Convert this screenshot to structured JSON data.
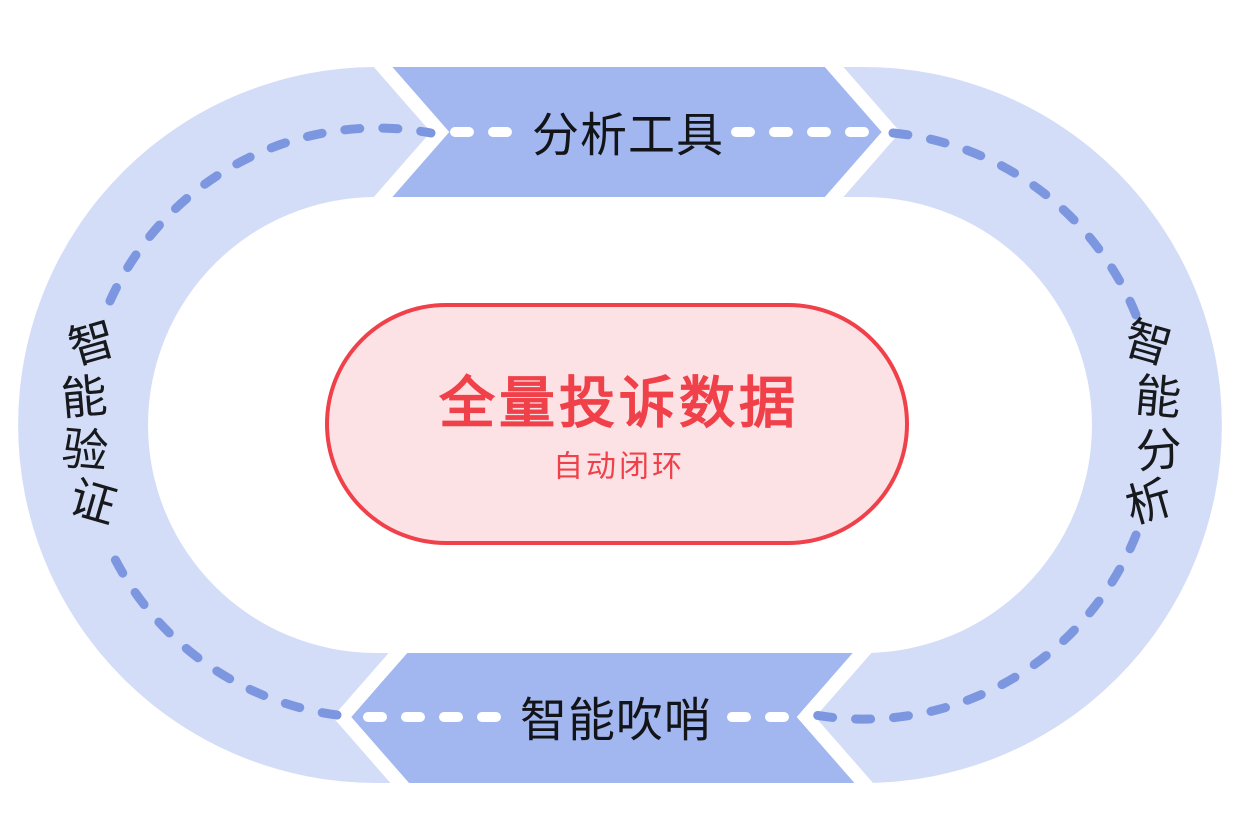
{
  "diagram": {
    "center": {
      "title": "全量投诉数据",
      "subtitle": "自动闭环"
    },
    "stages": {
      "top": "分析工具",
      "bottom": "智能吹哨"
    },
    "sides": {
      "left": {
        "label": "智能验证",
        "chars": [
          "智",
          "能",
          "验",
          "证"
        ]
      },
      "right": {
        "label": "智能分析",
        "chars": [
          "智",
          "能",
          "分",
          "析"
        ]
      }
    },
    "colors": {
      "ring_light_blue": "#D3DDF8",
      "band_dark_blue": "#A2B6F0",
      "dash_blue": "#7C96E0",
      "dash_white": "#ffffff",
      "pill_fill_pink": "#FCE2E5",
      "accent_red": "#F0414A",
      "label_black": "#121418"
    }
  }
}
